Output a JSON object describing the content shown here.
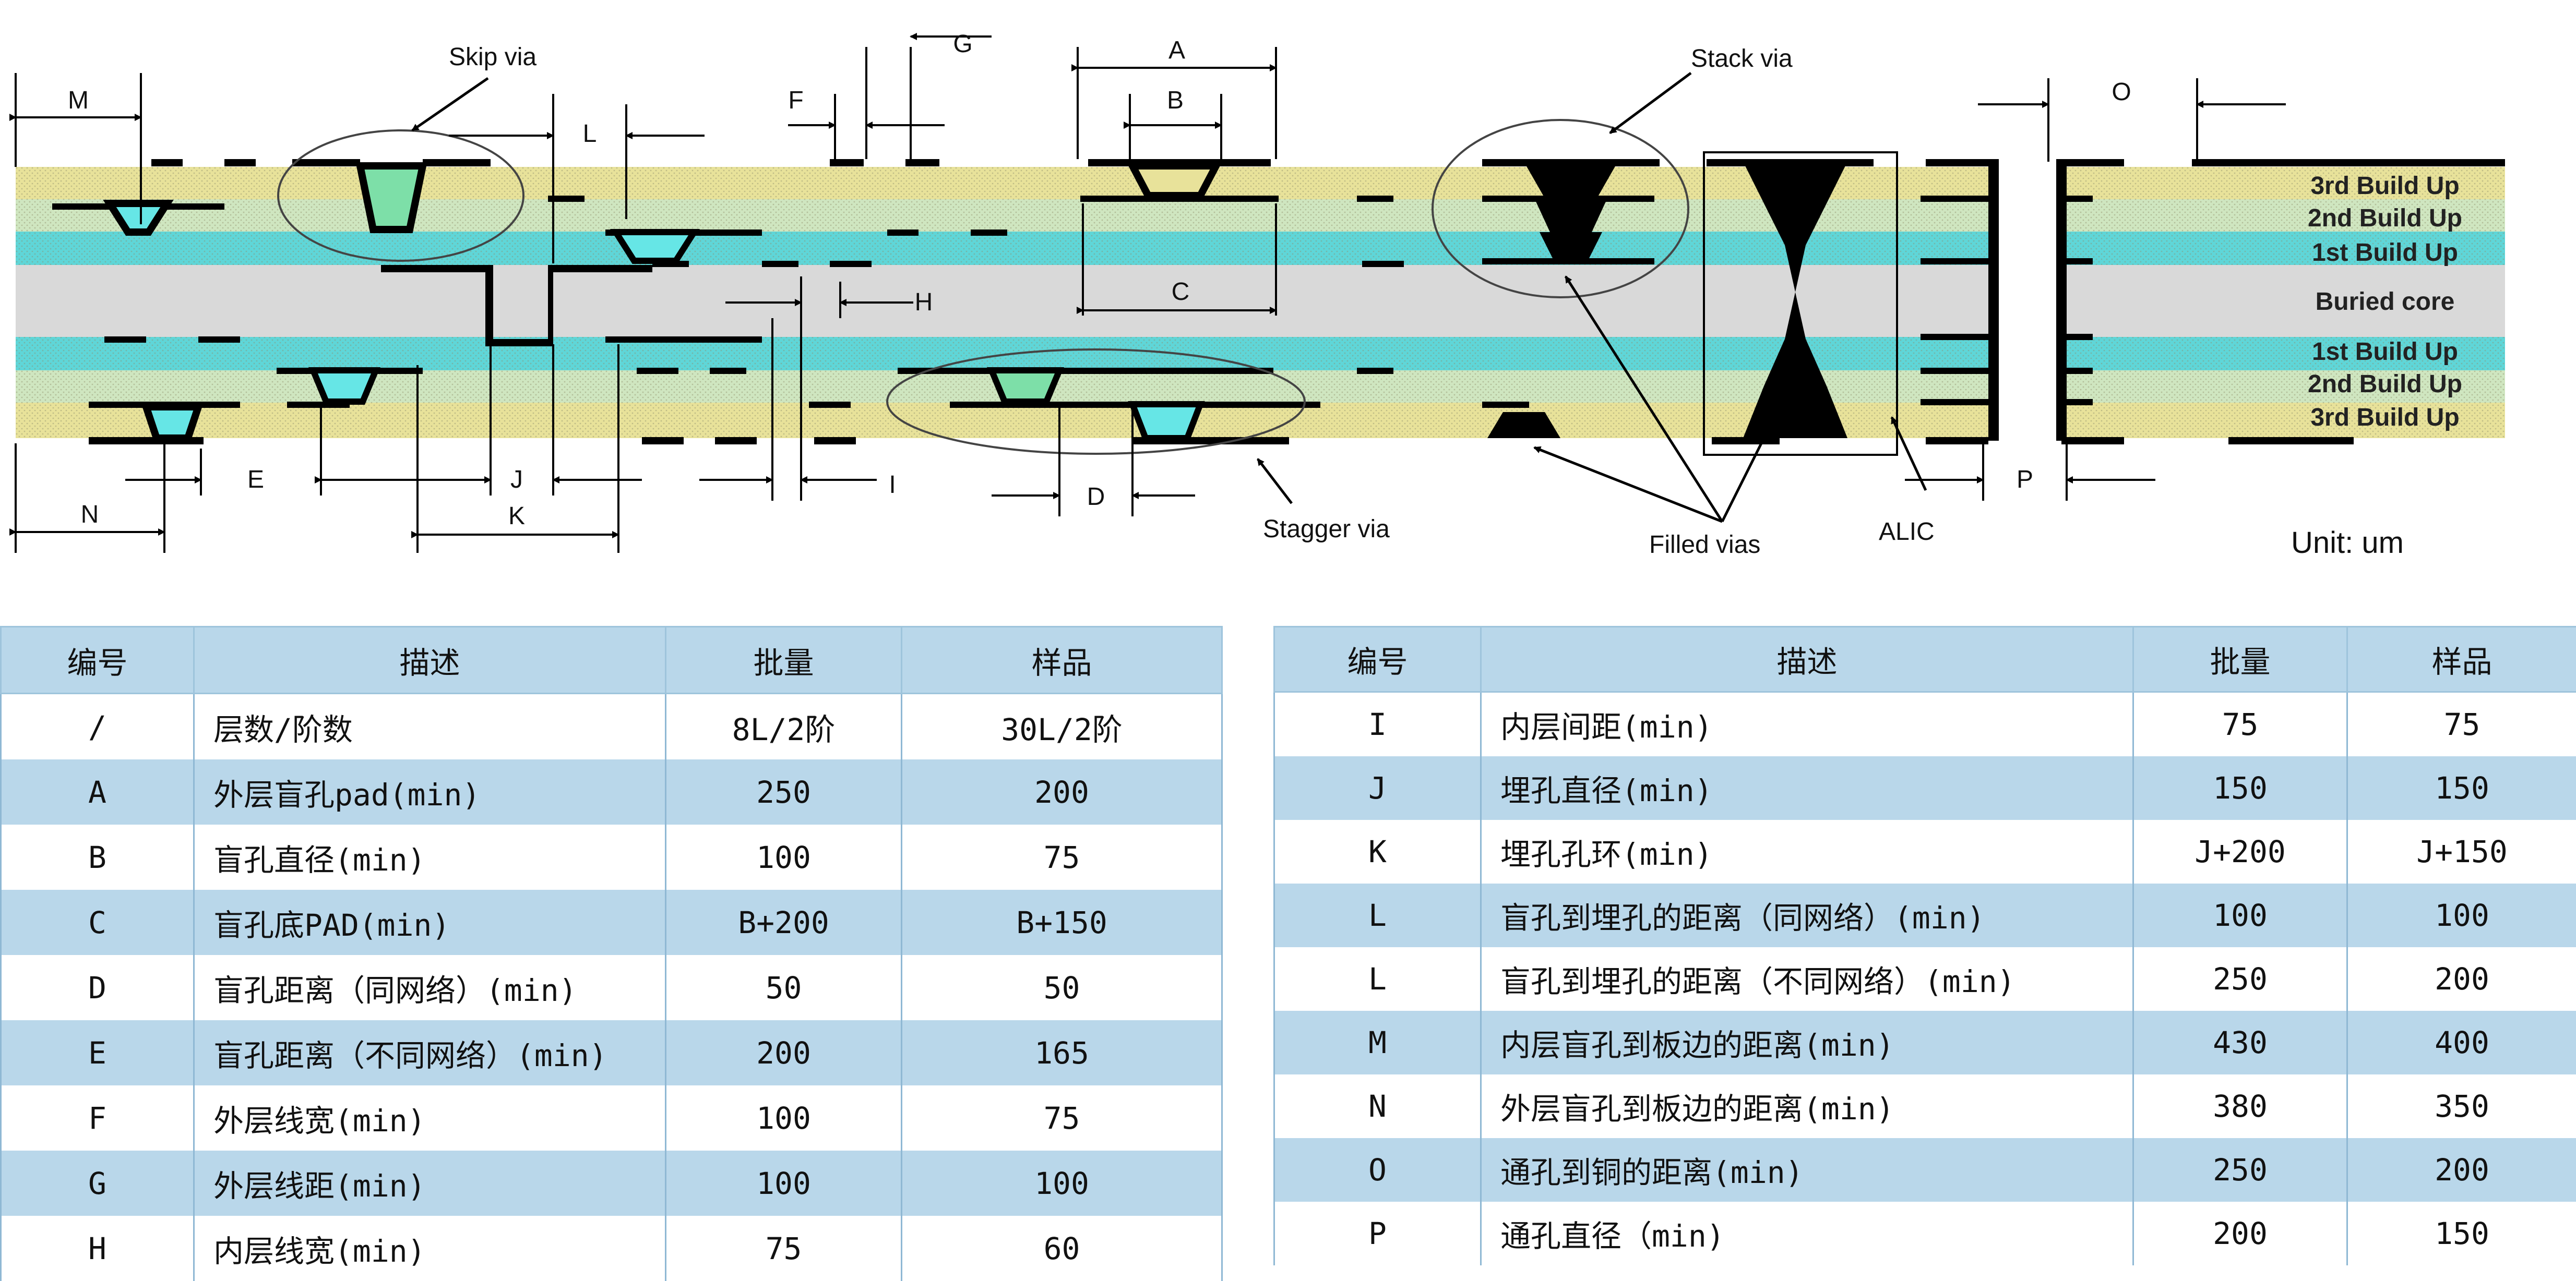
{
  "diagram": {
    "layer_labels": [
      "3rd Build Up",
      "2nd Build Up",
      "1st Build Up",
      "Buried core",
      "1st Build Up",
      "2nd Build Up",
      "3rd Build Up"
    ],
    "dimension_letters": [
      "M",
      "L",
      "F",
      "G",
      "A",
      "B",
      "C",
      "H",
      "O",
      "N",
      "E",
      "J",
      "K",
      "I",
      "D",
      "P"
    ],
    "callouts": {
      "skip_via": "Skip via",
      "stack_via": "Stack via",
      "stagger_via": "Stagger via",
      "filled_vias": "Filled vias",
      "alic": "ALIC"
    },
    "unit": "Unit: um",
    "colors": {
      "build_up_3": "#e8e29a",
      "build_up_2": "#cfe6c0",
      "build_up_1": "#5fd6d8",
      "buried_core": "#d9d9d9",
      "copper": "#000000",
      "via_fill": "#66e6e6",
      "skip_via_fill": "#7ddfa8"
    }
  },
  "tables": {
    "left": {
      "headers": [
        "编号",
        "描述",
        "批量",
        "样品"
      ],
      "rows": [
        [
          "/",
          "层数/阶数",
          "8L/2阶",
          "30L/2阶"
        ],
        [
          "A",
          "外层盲孔pad(min)",
          "250",
          "200"
        ],
        [
          "B",
          "盲孔直径(min)",
          "100",
          "75"
        ],
        [
          "C",
          "盲孔底PAD(min)",
          "B+200",
          "B+150"
        ],
        [
          "D",
          "盲孔距离（同网络）(min)",
          "50",
          "50"
        ],
        [
          "E",
          "盲孔距离（不同网络）(min)",
          "200",
          "165"
        ],
        [
          "F",
          "外层线宽(min)",
          "100",
          "75"
        ],
        [
          "G",
          "外层线距(min)",
          "100",
          "100"
        ],
        [
          "H",
          "内层线宽(min)",
          "75",
          "60"
        ]
      ]
    },
    "right": {
      "headers": [
        "编号",
        "描述",
        "批量",
        "样品"
      ],
      "rows": [
        [
          "I",
          "内层间距(min)",
          "75",
          "75"
        ],
        [
          "J",
          "埋孔直径(min)",
          "150",
          "150"
        ],
        [
          "K",
          "埋孔孔环(min)",
          "J+200",
          "J+150"
        ],
        [
          "L",
          "盲孔到埋孔的距离（同网络）(min)",
          "100",
          "100"
        ],
        [
          "L",
          "盲孔到埋孔的距离（不同网络）(min)",
          "250",
          "200"
        ],
        [
          "M",
          "内层盲孔到板边的距离(min)",
          "430",
          "400"
        ],
        [
          "N",
          "外层盲孔到板边的距离(min)",
          "380",
          "350"
        ],
        [
          "O",
          "通孔到铜的距离(min)",
          "250",
          "200"
        ],
        [
          "P",
          "通孔直径（min)",
          "200",
          "150"
        ]
      ]
    }
  }
}
